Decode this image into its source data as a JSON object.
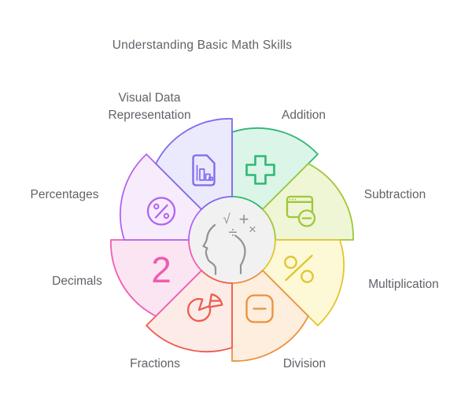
{
  "title": "Understanding Basic Math Skills",
  "text_color": "#5f6368",
  "background": "#ffffff",
  "center": {
    "icon": "head-profile-icon",
    "symbols": [
      "√",
      "+",
      "÷",
      "×"
    ],
    "circle_fill": "#f1f1f1",
    "icon_color": "#929292"
  },
  "petals": [
    {
      "label": "Addition",
      "icon": "plus-icon",
      "color": "#2eb873",
      "fill": "#dbf5e8"
    },
    {
      "label": "Subtraction",
      "icon": "window-minus-icon",
      "color": "#a0c736",
      "fill": "#eef6d6"
    },
    {
      "label": "Multiplication",
      "icon": "percent-icon",
      "color": "#e0c62e",
      "fill": "#fdf8d6"
    },
    {
      "label": "Division",
      "icon": "minus-square-icon",
      "color": "#ea913d",
      "fill": "#fdeedd"
    },
    {
      "label": "Fractions",
      "icon": "pie-chart-icon",
      "color": "#ed5b51",
      "fill": "#fdebe7"
    },
    {
      "label": "Decimals",
      "glyph": "2",
      "color": "#ef5cb2",
      "fill": "#fbe5f2"
    },
    {
      "label": "Percentages",
      "icon": "percent-circle-icon",
      "color": "#b263ef",
      "fill": "#f7ecfc"
    },
    {
      "label": "Visual Data Representation",
      "icon": "bar-chart-document-icon",
      "color": "#8068ee",
      "fill": "#ebe9fc"
    }
  ]
}
